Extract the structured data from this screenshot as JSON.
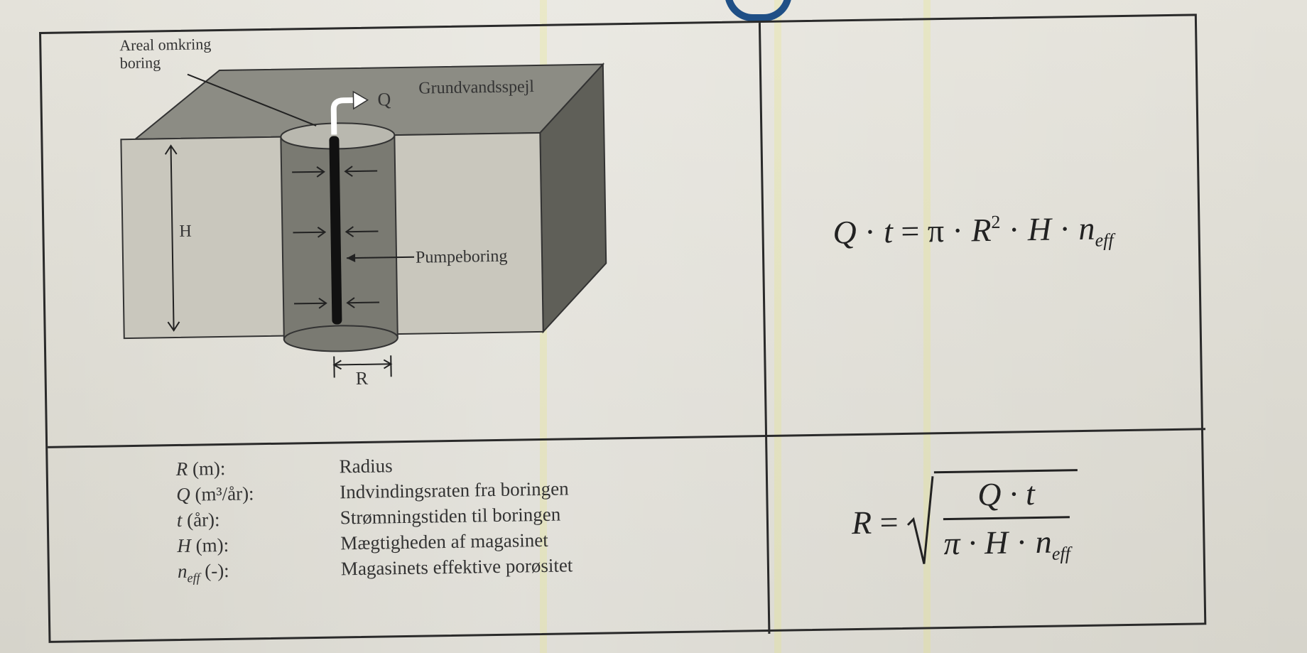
{
  "figure": {
    "label_area": "Areal omkring",
    "label_area_2": "boring",
    "label_q": "Q",
    "label_water_table": "Grundvandsspejl",
    "label_h": "H",
    "label_pump": "Pumpeboring",
    "label_r": "R"
  },
  "legend": [
    {
      "symbol": "R",
      "unit": " (m):",
      "description": "Radius"
    },
    {
      "symbol": "Q",
      "unit": " (m³/år):",
      "description": "Indvindingsraten fra boringen"
    },
    {
      "symbol": "t",
      "unit": " (år):",
      "description": "Strømningstiden til boringen"
    },
    {
      "symbol": "H",
      "unit": " (m):",
      "description": "Mægtigheden af magasinet"
    },
    {
      "symbol": "n",
      "sub": "eff",
      "unit": " (-):",
      "description": "Magasinets effektive porøsitet"
    }
  ],
  "formula1": {
    "q": "Q",
    "dot": " · ",
    "t": "t",
    "eq": " = π · ",
    "r": "R",
    "exp": "2",
    "dot2": " · ",
    "h": "H",
    "dot3": " · ",
    "n": "n",
    "sub": "eff"
  },
  "formula2": {
    "lhs": "R",
    "eq": " = ",
    "num": "Q · t",
    "den_pi": "π · ",
    "den_h": "H",
    "den_dot": " · ",
    "den_n": "n",
    "den_sub": "eff"
  }
}
